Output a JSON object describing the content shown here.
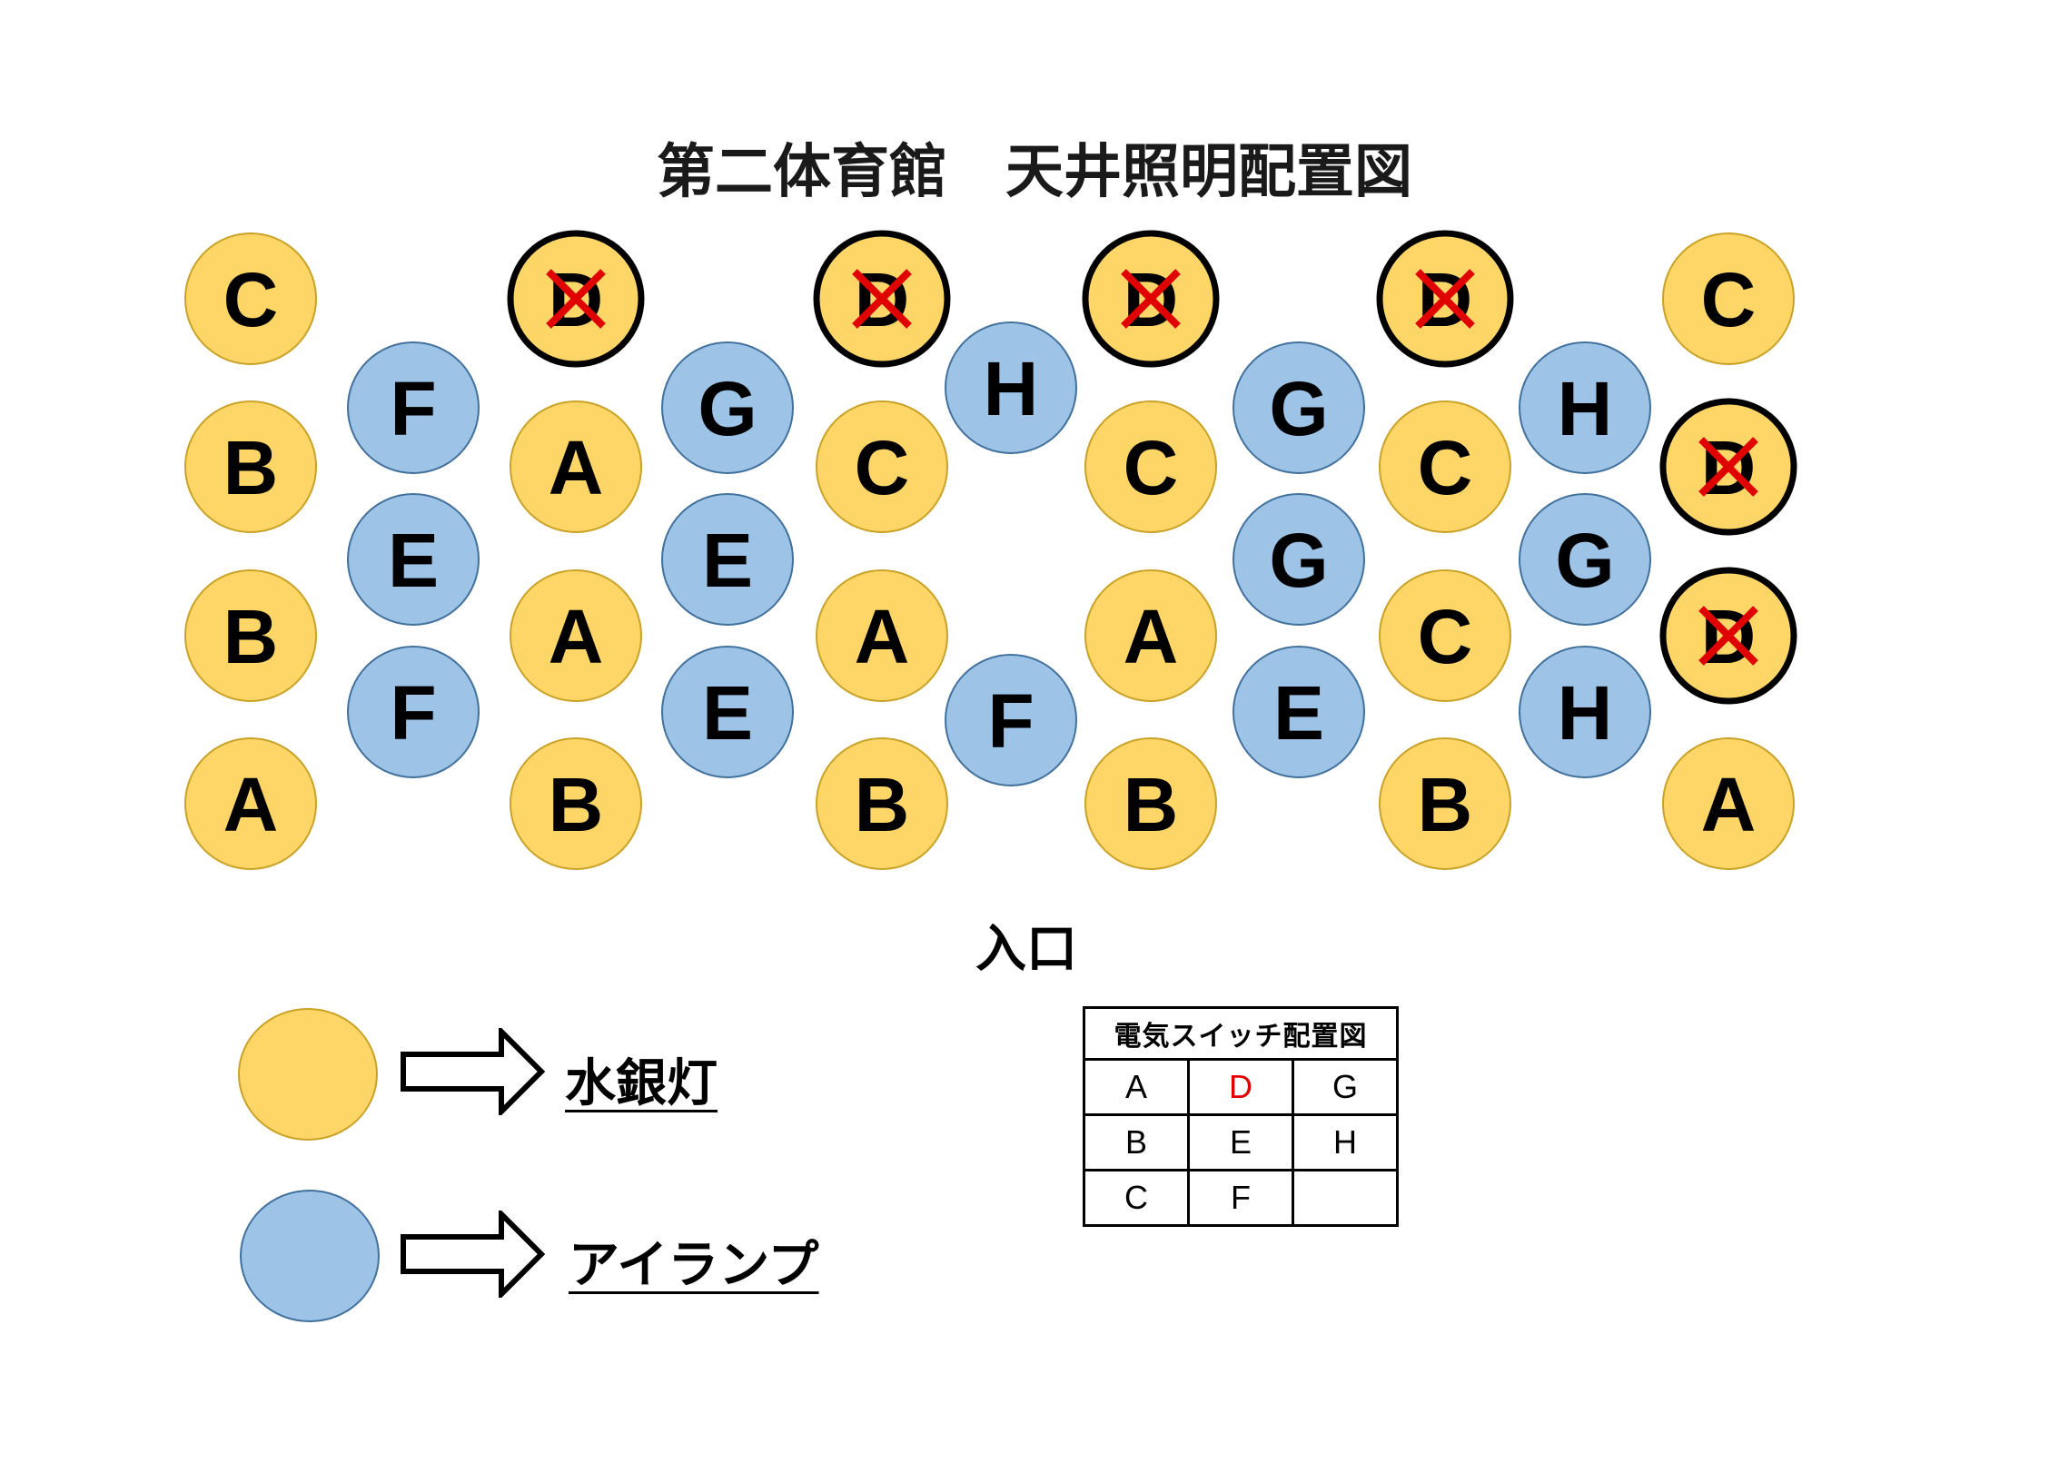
{
  "title": "第二体育館　天井照明配置図",
  "entrance_label": "入口",
  "colors": {
    "mercury_fill": "#FDD667",
    "mercury_stroke": "#C9A227",
    "eye_fill": "#9DC3E6",
    "eye_stroke": "#41719C",
    "disabled_mark": "#E00000",
    "disabled_ring": "#000000"
  },
  "lamps": [
    {
      "label": "C",
      "type": "mercury",
      "disabled": false
    },
    {
      "label": "B",
      "type": "mercury",
      "disabled": false
    },
    {
      "label": "B",
      "type": "mercury",
      "disabled": false
    },
    {
      "label": "A",
      "type": "mercury",
      "disabled": false
    },
    {
      "label": "F",
      "type": "eye",
      "disabled": false
    },
    {
      "label": "E",
      "type": "eye",
      "disabled": false
    },
    {
      "label": "F",
      "type": "eye",
      "disabled": false
    },
    {
      "label": "D",
      "type": "mercury",
      "disabled": true
    },
    {
      "label": "A",
      "type": "mercury",
      "disabled": false
    },
    {
      "label": "A",
      "type": "mercury",
      "disabled": false
    },
    {
      "label": "B",
      "type": "mercury",
      "disabled": false
    },
    {
      "label": "G",
      "type": "eye",
      "disabled": false
    },
    {
      "label": "E",
      "type": "eye",
      "disabled": false
    },
    {
      "label": "E",
      "type": "eye",
      "disabled": false
    },
    {
      "label": "D",
      "type": "mercury",
      "disabled": true
    },
    {
      "label": "C",
      "type": "mercury",
      "disabled": false
    },
    {
      "label": "A",
      "type": "mercury",
      "disabled": false
    },
    {
      "label": "B",
      "type": "mercury",
      "disabled": false
    },
    {
      "label": "H",
      "type": "eye",
      "disabled": false
    },
    {
      "label": "F",
      "type": "eye",
      "disabled": false
    },
    {
      "label": "D",
      "type": "mercury",
      "disabled": true
    },
    {
      "label": "C",
      "type": "mercury",
      "disabled": false
    },
    {
      "label": "A",
      "type": "mercury",
      "disabled": false
    },
    {
      "label": "B",
      "type": "mercury",
      "disabled": false
    },
    {
      "label": "G",
      "type": "eye",
      "disabled": false
    },
    {
      "label": "G",
      "type": "eye",
      "disabled": false
    },
    {
      "label": "E",
      "type": "eye",
      "disabled": false
    },
    {
      "label": "D",
      "type": "mercury",
      "disabled": true
    },
    {
      "label": "C",
      "type": "mercury",
      "disabled": false
    },
    {
      "label": "C",
      "type": "mercury",
      "disabled": false
    },
    {
      "label": "B",
      "type": "mercury",
      "disabled": false
    },
    {
      "label": "H",
      "type": "eye",
      "disabled": false
    },
    {
      "label": "G",
      "type": "eye",
      "disabled": false
    },
    {
      "label": "H",
      "type": "eye",
      "disabled": false
    },
    {
      "label": "C",
      "type": "mercury",
      "disabled": false
    },
    {
      "label": "D",
      "type": "mercury",
      "disabled": true
    },
    {
      "label": "D",
      "type": "mercury",
      "disabled": true
    },
    {
      "label": "A",
      "type": "mercury",
      "disabled": false
    }
  ],
  "legend": {
    "mercury_label": "水銀灯",
    "eye_label": "アイランプ"
  },
  "switch_table": {
    "title": "電気スイッチ配置図",
    "rows": [
      [
        {
          "text": "A",
          "off": false
        },
        {
          "text": "D",
          "off": true
        },
        {
          "text": "G",
          "off": false
        }
      ],
      [
        {
          "text": "B",
          "off": false
        },
        {
          "text": "E",
          "off": false
        },
        {
          "text": "H",
          "off": false
        }
      ],
      [
        {
          "text": "C",
          "off": false
        },
        {
          "text": "F",
          "off": false
        },
        {
          "text": "",
          "off": false
        }
      ]
    ]
  }
}
